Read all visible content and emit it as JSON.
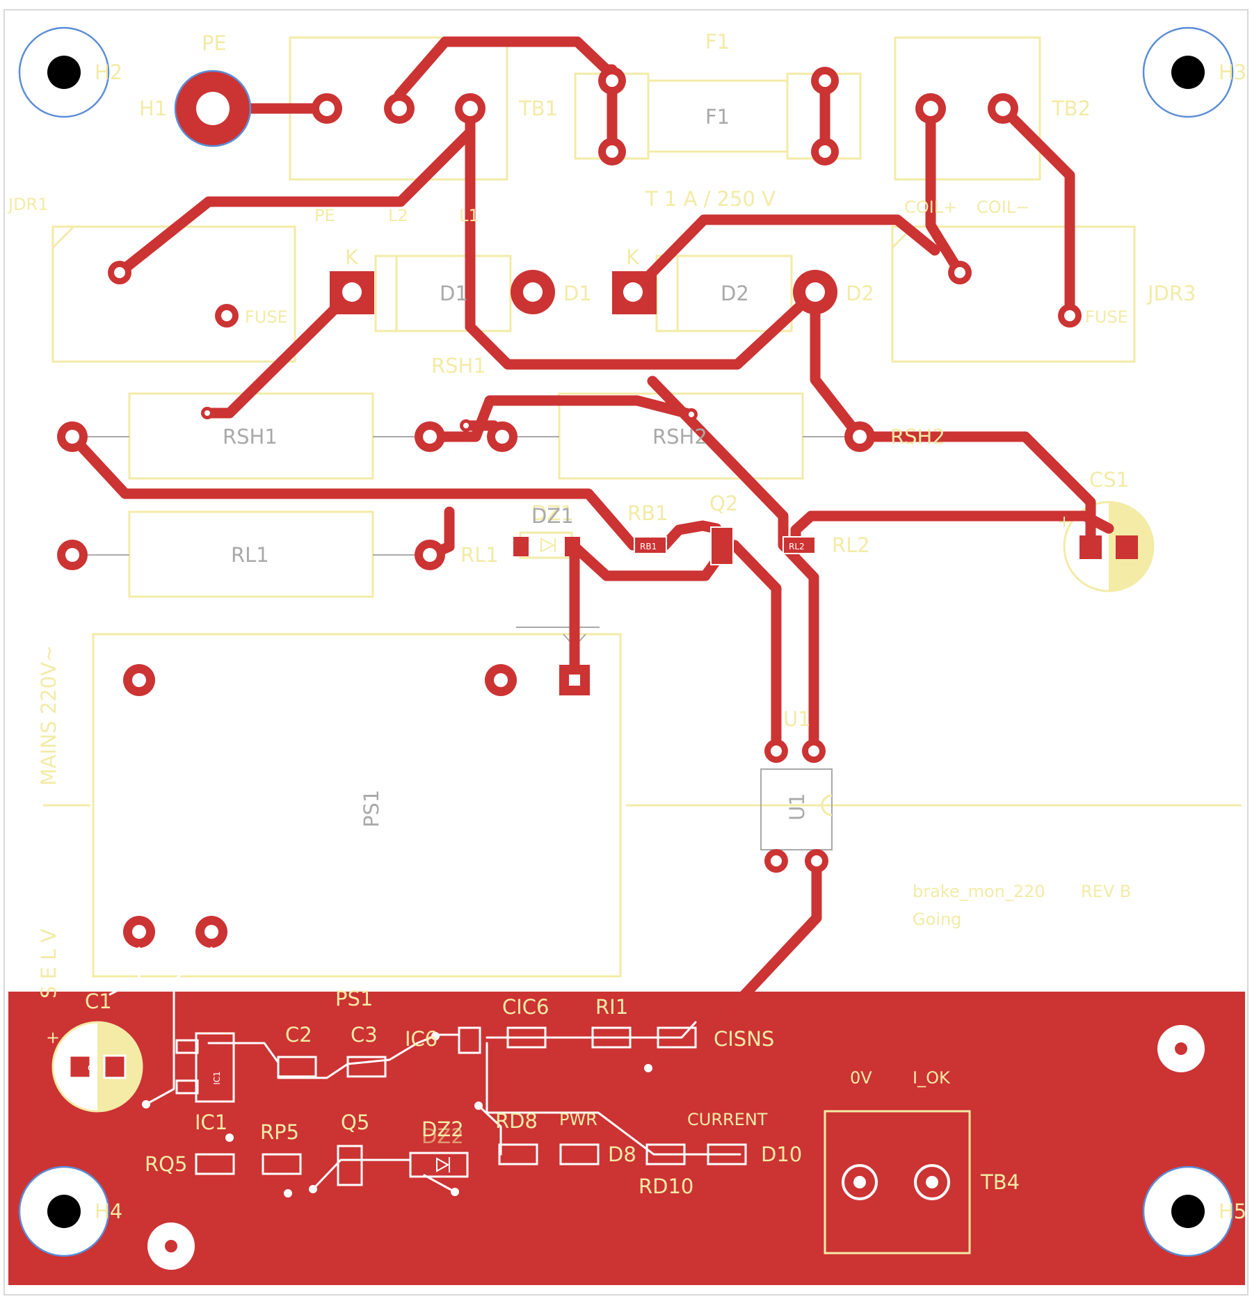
{
  "board": {
    "title": "brake_mon_220",
    "revision": "REV B",
    "subtitle": "Going",
    "zone_mains": "MAINS 220V~",
    "zone_selv": "S E L V",
    "fuse_rating": "T 1 A / 250 V",
    "colors": {
      "copper": "#cc3333",
      "silkscreen": "#f3eba6",
      "courtyard": "#a9a9a9",
      "mount_ring": "#5b8dd6"
    }
  },
  "labels": {
    "h1": "H1",
    "h2": "H2",
    "h3": "H3",
    "h4": "H4",
    "h5": "H5",
    "pe": "PE",
    "f1_top": "F1",
    "f1_body": "F1",
    "tb1": "TB1",
    "tb2": "TB2",
    "tb4": "TB4",
    "jdr1": "JDR1",
    "jdr3": "JDR3",
    "pe_pin": "PE",
    "l2_pin": "L2",
    "l1_pin": "L1",
    "coil_plus": "COIL+",
    "coil_minus": "COIL−",
    "k1": "K",
    "k2": "K",
    "d1_body": "D1",
    "d1": "D1",
    "d2_body": "D2",
    "d2": "D2",
    "fuse1": "FUSE",
    "fuse3": "FUSE",
    "rsh1_top": "RSH1",
    "rsh1_body": "RSH1",
    "rsh2_body": "RSH2",
    "rsh2": "RSH2",
    "rl1_body": "RL1",
    "rl1": "RL1",
    "dz1_a": "DZ1",
    "dz1_b": "DZ1",
    "rb1": "RB1",
    "q2": "Q2",
    "rl2": "RL2",
    "cs1": "CS1",
    "ps1_body": "PS1",
    "ps1": "PS1",
    "u1": "U1",
    "u1_body": "U1",
    "c1": "C1",
    "c1_body": "C1",
    "c2": "C2",
    "c3": "C3",
    "ic1_body": "IC1",
    "ic1": "IC1",
    "ic6": "IC6",
    "cic6": "CIC6",
    "ri1": "RI1",
    "cisns": "CISNS",
    "rq5": "RQ5",
    "rp5": "RP5",
    "q5": "Q5",
    "dz2_a": "DZ2",
    "dz2_b": "DZ2",
    "rd8": "RD8",
    "pwr": "PWR",
    "d8": "D8",
    "current": "CURRENT",
    "rd10": "RD10",
    "d10": "D10",
    "tb4_0v": "0V",
    "tb4_lok": "I_OK"
  }
}
